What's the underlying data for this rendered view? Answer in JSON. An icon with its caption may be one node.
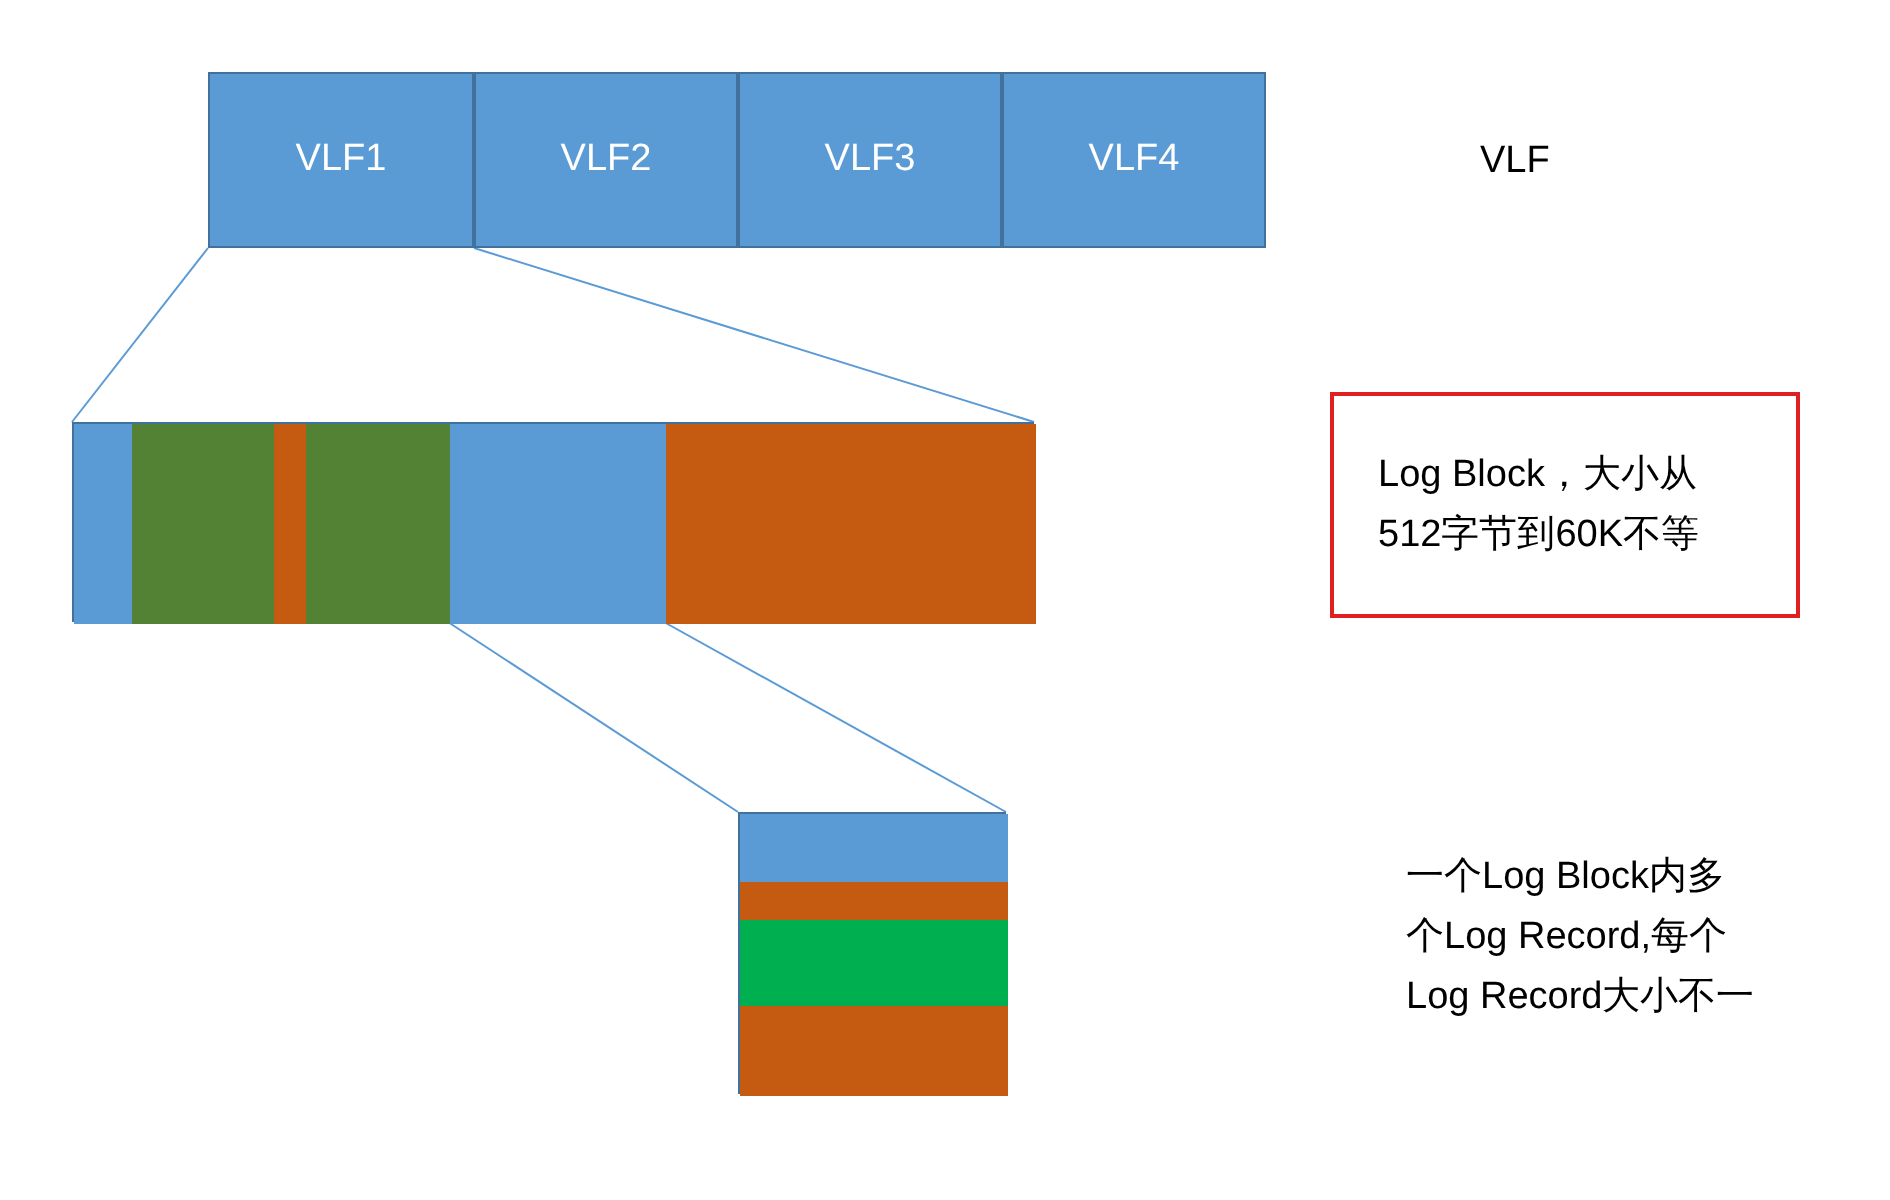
{
  "diagram": {
    "nodes": [
      {
        "text": [
          "VLF1"
        ]
      },
      {
        "text": [
          "VLF2"
        ]
      },
      {
        "text": [
          "VLF3"
        ]
      },
      {
        "text": [
          "VLF4"
        ]
      },
      {
        "text": [],
        "shape": "bar"
      },
      {
        "text": [],
        "shape": "box",
        "in": 4
      },
      {
        "text": [],
        "shape": "box",
        "in": 4
      },
      {
        "text": [],
        "shape": "box",
        "in": 4
      },
      {
        "text": [],
        "shape": "box",
        "in": 4
      },
      {
        "text": [],
        "shape": "box",
        "in": 4
      },
      {
        "text": [],
        "shape": "box",
        "in": 4
      },
      {
        "text": [
          "Log Block，大小从512字节到60K不等"
        ]
      },
      {
        "text": [],
        "shape": "bar"
      },
      {
        "text": [],
        "shape": "box",
        "in": 12
      },
      {
        "text": [],
        "shape": "box",
        "in": 12
      },
      {
        "text": [],
        "shape": "box",
        "in": 12
      },
      {
        "text": [],
        "shape": "box",
        "in": 12
      }
    ],
    "edges": [
      {
        "from": 0,
        "to": 4,
        "arrow": "none"
      },
      {
        "from": 0,
        "to": 4,
        "arrow": "none"
      },
      {
        "from": 9,
        "to": 12,
        "arrow": "none"
      },
      {
        "from": 9,
        "to": 12,
        "arrow": "none"
      }
    ],
    "labels": [
      "VLF",
      "一个Log Block内多个Log Record,每个Log Record大小不一"
    ]
  }
}
